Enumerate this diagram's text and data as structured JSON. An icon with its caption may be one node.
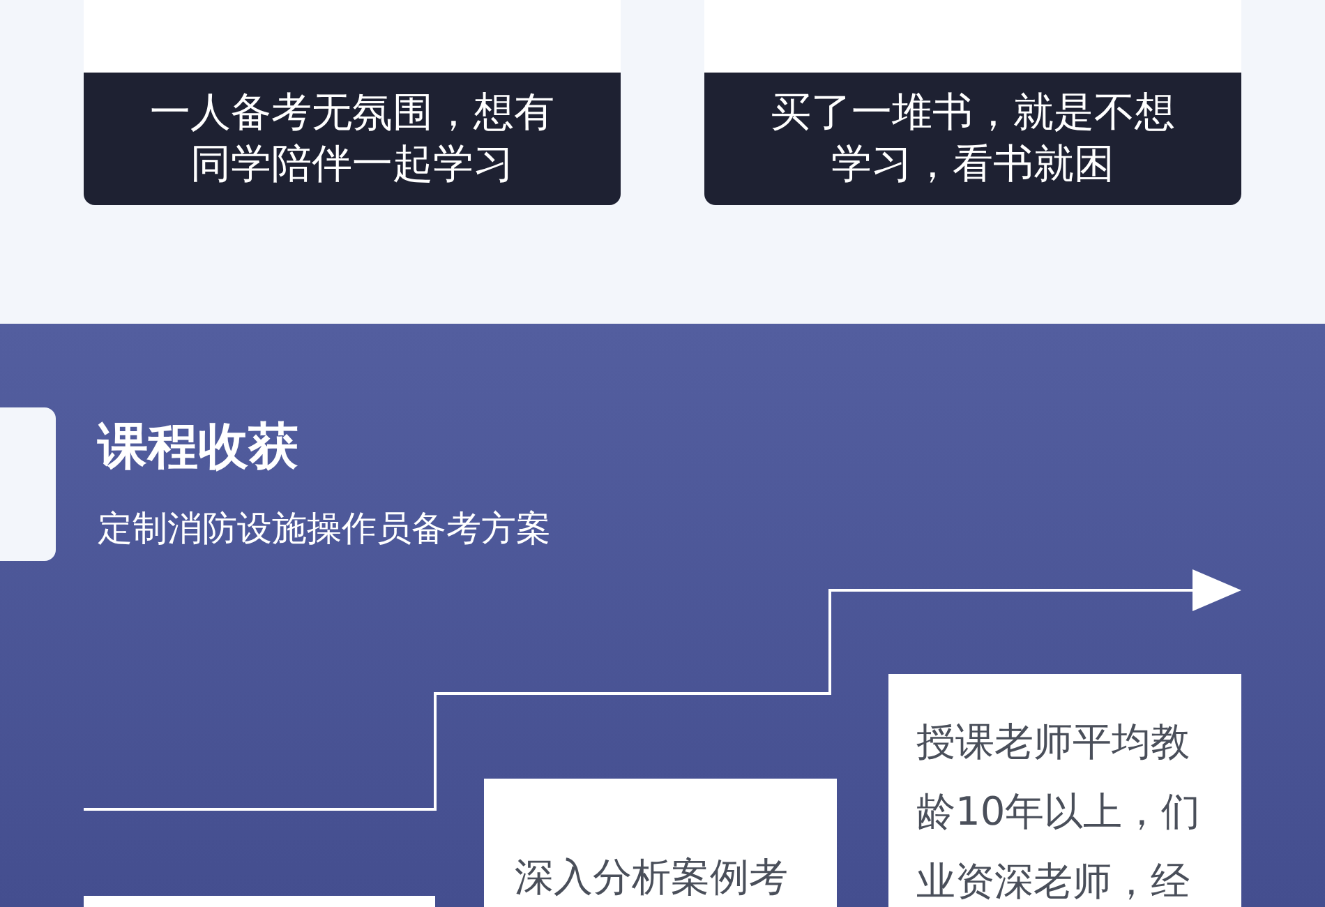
{
  "diagram": {
    "nodes": [
      {
        "text": [
          "一人备考无氛围，想有同学陪伴一起学习"
        ]
      },
      {
        "text": [
          "买了一堆书，就是不想学习，看书就困"
        ]
      },
      {
        "text": [],
        "shape": "box"
      },
      {
        "text": [],
        "shape": "box"
      },
      {
        "text": [
          "深入分析案例考"
        ]
      },
      {
        "text": [
          "授课老师平均教龄10年以上，们业资深老师，经"
        ]
      }
    ],
    "labels": [
      "课程收获",
      "定制消防设施操作员备考方案"
    ]
  }
}
